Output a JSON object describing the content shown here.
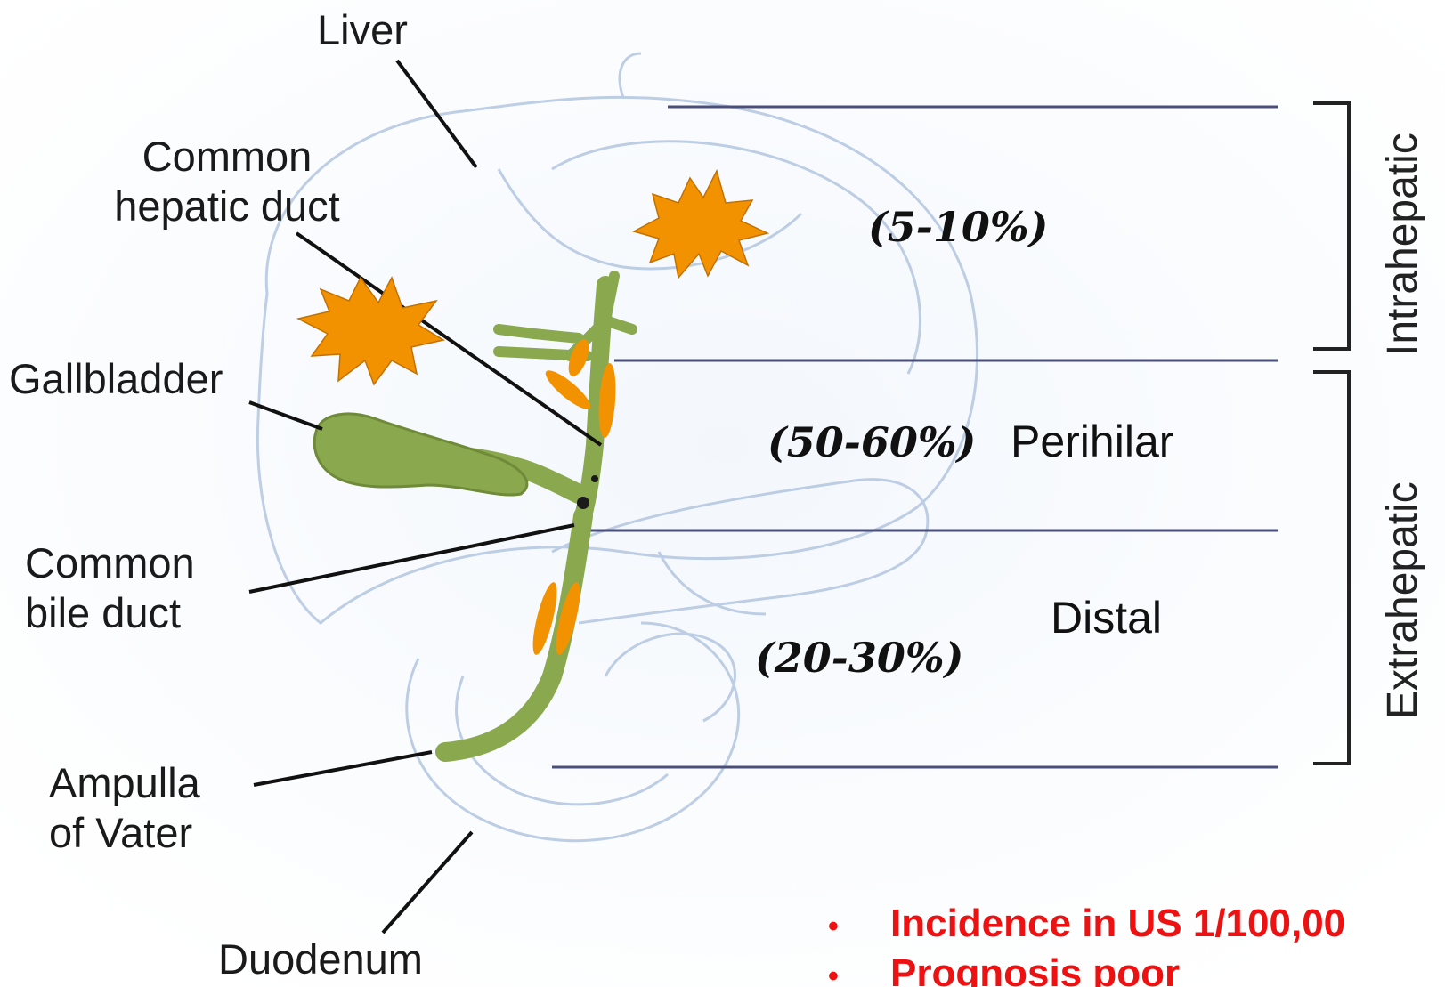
{
  "labels": {
    "liver": "Liver",
    "common_hepatic_duct": [
      "Common",
      "hepatic duct"
    ],
    "gallbladder": "Gallbladder",
    "common_bile_duct": [
      "Common",
      "bile duct"
    ],
    "ampulla": [
      "Ampulla",
      "of Vater"
    ],
    "duodenum": "Duodenum"
  },
  "segments": {
    "intrahepatic": "Intrahepatic",
    "extrahepatic": "Extrahepatic",
    "perihilar": "Perihilar",
    "distal": "Distal"
  },
  "percentages": {
    "intrahepatic": "(5-10%)",
    "perihilar": "(50-60%)",
    "distal": "(20-30%)"
  },
  "bullets": [
    "Incidence in US 1/100,00",
    "Prognosis poor"
  ],
  "icons": [
    "star-burst-icon",
    "star-burst-icon"
  ],
  "colors": {
    "marker": "#f39200",
    "duct": "#8aa84e",
    "bullet_text": "#ee1111",
    "divider": "#4a4f7a",
    "organ_outline": "#9fb6d4"
  }
}
